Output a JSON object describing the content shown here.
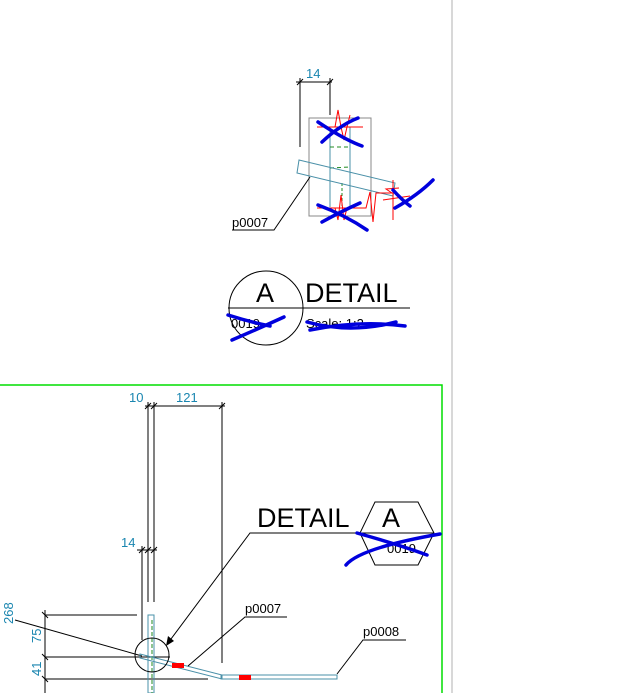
{
  "colors": {
    "dimension": "#1a86b0",
    "part": "#4a90a8",
    "weld": "#ff0000",
    "markup": "#0000dd",
    "view_frame": "#00dd00",
    "sheet_divider": "#b0b0b0"
  },
  "detail_view": {
    "dimension": "14",
    "part_label": "p0007",
    "callout_letter": "A",
    "title": "DETAIL",
    "sheet_ref": "0019",
    "scale": "Scale: 1:2"
  },
  "main_view": {
    "dimensions": {
      "top_left": "10",
      "top_right": "121",
      "mid": "14",
      "vertical_total": "268",
      "vertical_upper": "75",
      "vertical_lower": "41"
    },
    "detail_callout": {
      "title": "DETAIL",
      "letter": "A",
      "sheet_ref": "0019"
    },
    "part_labels": [
      "p0007",
      "p0008"
    ]
  }
}
